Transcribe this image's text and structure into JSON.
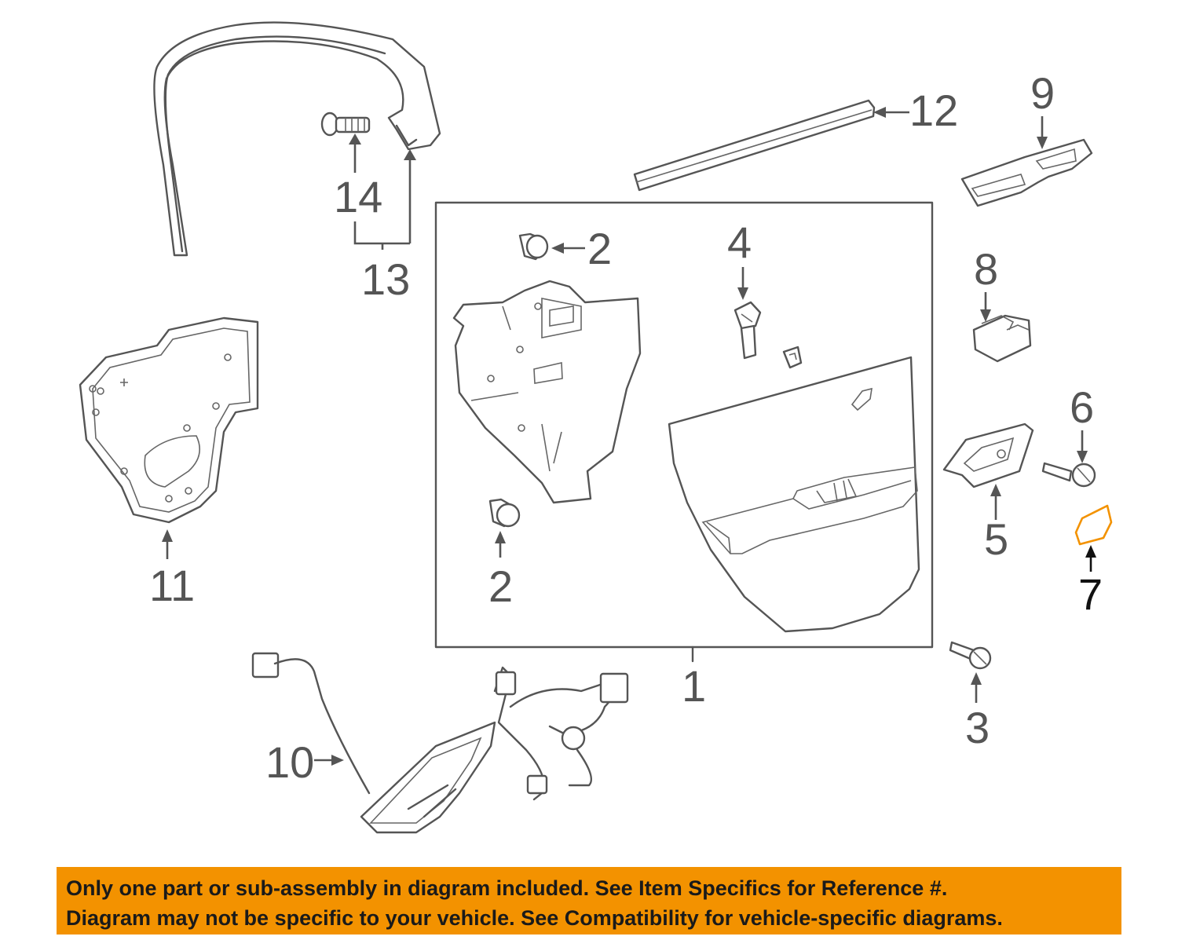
{
  "callouts": {
    "c1": "1",
    "c2a": "2",
    "c2b": "2",
    "c3": "3",
    "c4": "4",
    "c5": "5",
    "c6": "6",
    "c7": "7",
    "c8": "8",
    "c9": "9",
    "c10": "10",
    "c11": "11",
    "c12": "12",
    "c13": "13",
    "c14": "14"
  },
  "highlighted_part": "7",
  "colors": {
    "highlight": "#f39200",
    "line": "#555555",
    "notice_bg": "#f39200"
  },
  "notice": {
    "line1": "Only one part or sub-assembly in diagram included. See Item Specifics for Reference #.",
    "line2": "Diagram may not be specific to your vehicle. See Compatibility for vehicle-specific diagrams."
  }
}
